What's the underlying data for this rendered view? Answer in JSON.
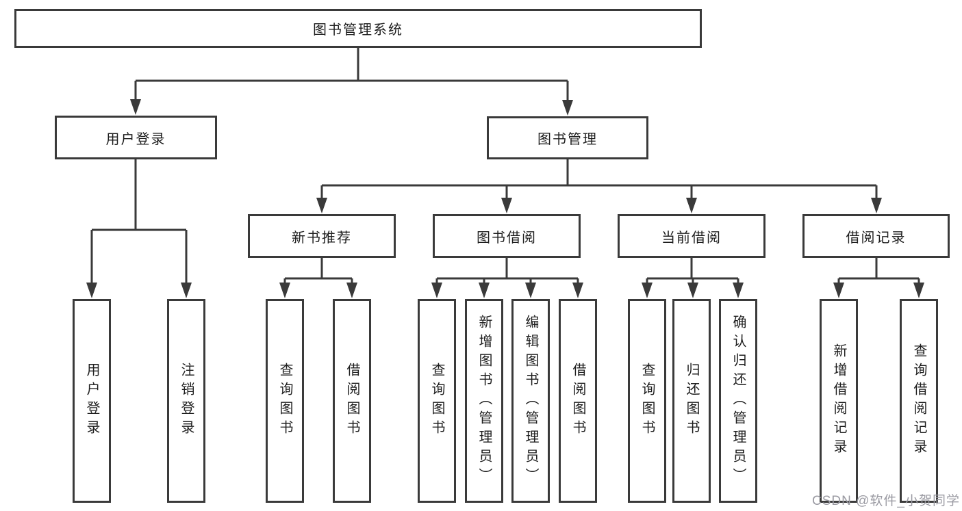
{
  "tree": {
    "root": "图书管理系统",
    "login": {
      "label": "用户登录",
      "children": [
        "用户登录",
        "注销登录"
      ]
    },
    "mgmt": {
      "label": "图书管理",
      "sections": [
        {
          "label": "新书推荐",
          "children": [
            "查询图书",
            "借阅图书"
          ]
        },
        {
          "label": "图书借阅",
          "children": [
            "查询图书",
            "新增图书（管理员）",
            "编辑图书（管理员）",
            "借阅图书"
          ]
        },
        {
          "label": "当前借阅",
          "children": [
            "查询图书",
            "归还图书",
            "确认归还（管理员）"
          ]
        },
        {
          "label": "借阅记录",
          "children": [
            "新增借阅记录",
            "查询借阅记录"
          ]
        }
      ]
    }
  },
  "watermark": "CSDN @软件_小贺同学",
  "colors": {
    "line": "#3a3a3a",
    "text": "#1e1e1e",
    "background": "#ffffff",
    "watermark": "#9a9aa2"
  }
}
